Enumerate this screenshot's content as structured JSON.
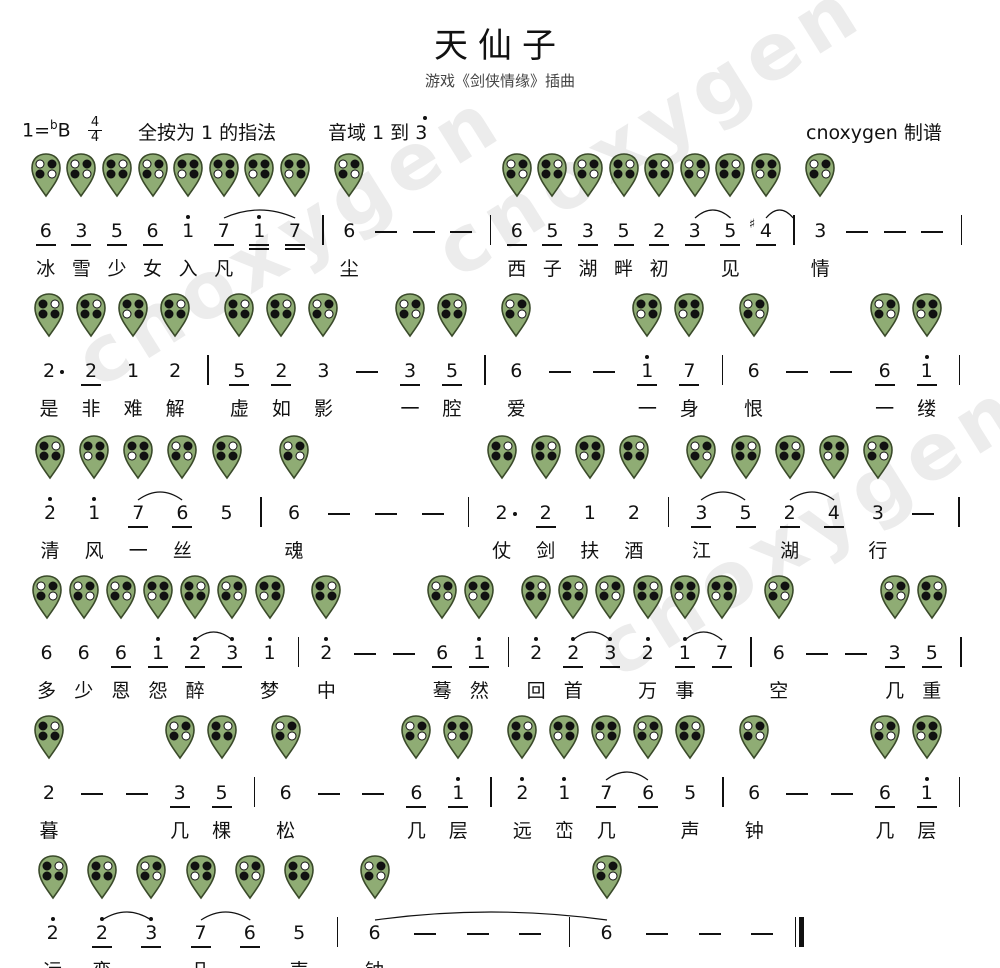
{
  "title": "天仙子",
  "subtitle": "游戏《剑侠情缘》插曲",
  "header": {
    "key_prefix": "1=",
    "key_flat": "b",
    "key_note": "B",
    "meter_top": "4",
    "meter_bottom": "4",
    "fingering_note": "全按为 1 的指法",
    "range_label": "音域 1 到 3",
    "author": "cnoxygen 制谱"
  },
  "watermark": "cnoxygen",
  "colors": {
    "ocarina_fill": "#8fac74",
    "ocarina_stroke": "#3a4a2a"
  },
  "lines": [
    {
      "items": [
        {
          "t": "n",
          "d": "6",
          "u": 1,
          "l": "冰"
        },
        {
          "t": "n",
          "d": "3",
          "u": 1,
          "l": "雪"
        },
        {
          "t": "n",
          "d": "5",
          "u": 1,
          "l": "少"
        },
        {
          "t": "n",
          "d": "6",
          "u": 1,
          "l": "女"
        },
        {
          "t": "n",
          "d": "1",
          "o": 1,
          "l": "入"
        },
        {
          "t": "n",
          "d": "7",
          "u": 1,
          "l": "凡"
        },
        {
          "t": "n",
          "d": "1",
          "o": 1,
          "u": 2
        },
        {
          "t": "n",
          "d": "7",
          "u": 2
        },
        {
          "t": "b"
        },
        {
          "t": "n",
          "d": "6",
          "l": "尘"
        },
        {
          "t": "d"
        },
        {
          "t": "d"
        },
        {
          "t": "d"
        },
        {
          "t": "b"
        },
        {
          "t": "n",
          "d": "6",
          "u": 1,
          "l": "西"
        },
        {
          "t": "n",
          "d": "5",
          "u": 1,
          "l": "子"
        },
        {
          "t": "n",
          "d": "3",
          "u": 1,
          "l": "湖"
        },
        {
          "t": "n",
          "d": "5",
          "u": 1,
          "l": "畔"
        },
        {
          "t": "n",
          "d": "2",
          "u": 1,
          "l": "初"
        },
        {
          "t": "n",
          "d": "3",
          "u": 1
        },
        {
          "t": "n",
          "d": "5",
          "u": 1,
          "l": "见"
        },
        {
          "t": "n",
          "d": "4",
          "acc": "♯",
          "u": 1
        },
        {
          "t": "b"
        },
        {
          "t": "n",
          "d": "3",
          "l": "情"
        },
        {
          "t": "d"
        },
        {
          "t": "d"
        },
        {
          "t": "d"
        },
        {
          "t": "b"
        }
      ],
      "slurs": [
        [
          5,
          7
        ],
        [
          19,
          20
        ],
        [
          21,
          22
        ]
      ]
    },
    {
      "items": [
        {
          "t": "n",
          "d": "2",
          "dot": 1,
          "l": "是"
        },
        {
          "t": "n",
          "d": "2",
          "u": 1,
          "l": "非"
        },
        {
          "t": "n",
          "d": "1",
          "l": "难"
        },
        {
          "t": "n",
          "d": "2",
          "l": "解"
        },
        {
          "t": "b"
        },
        {
          "t": "n",
          "d": "5",
          "u": 1,
          "l": "虚"
        },
        {
          "t": "n",
          "d": "2",
          "u": 1,
          "l": "如"
        },
        {
          "t": "n",
          "d": "3",
          "l": "影"
        },
        {
          "t": "d"
        },
        {
          "t": "n",
          "d": "3",
          "u": 1,
          "l": "一"
        },
        {
          "t": "n",
          "d": "5",
          "u": 1,
          "l": "腔"
        },
        {
          "t": "b"
        },
        {
          "t": "n",
          "d": "6",
          "l": "爱"
        },
        {
          "t": "d"
        },
        {
          "t": "d"
        },
        {
          "t": "n",
          "d": "1",
          "o": 1,
          "u": 1,
          "l": "一"
        },
        {
          "t": "n",
          "d": "7",
          "u": 1,
          "l": "身"
        },
        {
          "t": "b"
        },
        {
          "t": "n",
          "d": "6",
          "l": "恨"
        },
        {
          "t": "d"
        },
        {
          "t": "d"
        },
        {
          "t": "n",
          "d": "6",
          "u": 1,
          "l": "一"
        },
        {
          "t": "n",
          "d": "1",
          "o": 1,
          "u": 1,
          "l": "缕"
        },
        {
          "t": "b"
        }
      ],
      "slurs": []
    },
    {
      "items": [
        {
          "t": "n",
          "d": "2",
          "o": 1,
          "l": "清"
        },
        {
          "t": "n",
          "d": "1",
          "o": 1,
          "l": "风"
        },
        {
          "t": "n",
          "d": "7",
          "u": 1,
          "l": "一"
        },
        {
          "t": "n",
          "d": "6",
          "u": 1,
          "l": "丝"
        },
        {
          "t": "n",
          "d": "5"
        },
        {
          "t": "b"
        },
        {
          "t": "n",
          "d": "6",
          "l": "魂"
        },
        {
          "t": "d"
        },
        {
          "t": "d"
        },
        {
          "t": "d"
        },
        {
          "t": "b"
        },
        {
          "t": "n",
          "d": "2",
          "dot": 1,
          "l": "仗"
        },
        {
          "t": "n",
          "d": "2",
          "u": 1,
          "l": "剑"
        },
        {
          "t": "n",
          "d": "1",
          "l": "扶"
        },
        {
          "t": "n",
          "d": "2",
          "l": "酒"
        },
        {
          "t": "b"
        },
        {
          "t": "n",
          "d": "3",
          "u": 1,
          "l": "江"
        },
        {
          "t": "n",
          "d": "5",
          "u": 1
        },
        {
          "t": "n",
          "d": "2",
          "u": 1,
          "l": "湖"
        },
        {
          "t": "n",
          "d": "4",
          "u": 1
        },
        {
          "t": "n",
          "d": "3",
          "l": "行"
        },
        {
          "t": "d"
        },
        {
          "t": "b"
        }
      ],
      "slurs": [
        [
          2,
          3
        ],
        [
          16,
          17
        ],
        [
          18,
          19
        ]
      ]
    },
    {
      "items": [
        {
          "t": "n",
          "d": "6",
          "l": "多"
        },
        {
          "t": "n",
          "d": "6",
          "l": "少"
        },
        {
          "t": "n",
          "d": "6",
          "u": 1,
          "l": "恩"
        },
        {
          "t": "n",
          "d": "1",
          "o": 1,
          "u": 1,
          "l": "怨"
        },
        {
          "t": "n",
          "d": "2",
          "o": 1,
          "u": 1,
          "l": "醉"
        },
        {
          "t": "n",
          "d": "3",
          "o": 1,
          "u": 1
        },
        {
          "t": "n",
          "d": "1",
          "o": 1,
          "l": "梦"
        },
        {
          "t": "b"
        },
        {
          "t": "n",
          "d": "2",
          "o": 1,
          "l": "中"
        },
        {
          "t": "d"
        },
        {
          "t": "d"
        },
        {
          "t": "n",
          "d": "6",
          "u": 1,
          "l": "蓦"
        },
        {
          "t": "n",
          "d": "1",
          "o": 1,
          "u": 1,
          "l": "然"
        },
        {
          "t": "b"
        },
        {
          "t": "n",
          "d": "2",
          "o": 1,
          "l": "回"
        },
        {
          "t": "n",
          "d": "2",
          "o": 1,
          "u": 1,
          "l": "首"
        },
        {
          "t": "n",
          "d": "3",
          "o": 1,
          "u": 1
        },
        {
          "t": "n",
          "d": "2",
          "o": 1,
          "l": "万"
        },
        {
          "t": "n",
          "d": "1",
          "o": 1,
          "u": 1,
          "l": "事"
        },
        {
          "t": "n",
          "d": "7",
          "u": 1
        },
        {
          "t": "b"
        },
        {
          "t": "n",
          "d": "6",
          "l": "空"
        },
        {
          "t": "d"
        },
        {
          "t": "d"
        },
        {
          "t": "n",
          "d": "3",
          "u": 1,
          "l": "几"
        },
        {
          "t": "n",
          "d": "5",
          "u": 1,
          "l": "重"
        },
        {
          "t": "b"
        }
      ],
      "slurs": [
        [
          4,
          5
        ],
        [
          15,
          16
        ],
        [
          18,
          19
        ]
      ]
    },
    {
      "items": [
        {
          "t": "n",
          "d": "2",
          "l": "暮"
        },
        {
          "t": "d"
        },
        {
          "t": "d"
        },
        {
          "t": "n",
          "d": "3",
          "u": 1,
          "l": "几"
        },
        {
          "t": "n",
          "d": "5",
          "u": 1,
          "l": "棵"
        },
        {
          "t": "b"
        },
        {
          "t": "n",
          "d": "6",
          "l": "松"
        },
        {
          "t": "d"
        },
        {
          "t": "d"
        },
        {
          "t": "n",
          "d": "6",
          "u": 1,
          "l": "几"
        },
        {
          "t": "n",
          "d": "1",
          "o": 1,
          "u": 1,
          "l": "层"
        },
        {
          "t": "b"
        },
        {
          "t": "n",
          "d": "2",
          "o": 1,
          "l": "远"
        },
        {
          "t": "n",
          "d": "1",
          "o": 1,
          "l": "峦"
        },
        {
          "t": "n",
          "d": "7",
          "u": 1,
          "l": "几"
        },
        {
          "t": "n",
          "d": "6",
          "u": 1
        },
        {
          "t": "n",
          "d": "5",
          "l": "声"
        },
        {
          "t": "b"
        },
        {
          "t": "n",
          "d": "6",
          "l": "钟"
        },
        {
          "t": "d"
        },
        {
          "t": "d"
        },
        {
          "t": "n",
          "d": "6",
          "u": 1,
          "l": "几"
        },
        {
          "t": "n",
          "d": "1",
          "o": 1,
          "u": 1,
          "l": "层"
        },
        {
          "t": "b"
        }
      ],
      "slurs": [
        [
          14,
          15
        ]
      ]
    },
    {
      "items": [
        {
          "t": "n",
          "d": "2",
          "o": 1,
          "l": "远"
        },
        {
          "t": "n",
          "d": "2",
          "o": 1,
          "u": 1,
          "l": "峦"
        },
        {
          "t": "n",
          "d": "3",
          "o": 1,
          "u": 1
        },
        {
          "t": "n",
          "d": "7",
          "u": 1,
          "l": "几"
        },
        {
          "t": "n",
          "d": "6",
          "u": 1
        },
        {
          "t": "n",
          "d": "5",
          "l": "声"
        },
        {
          "t": "b"
        },
        {
          "t": "n",
          "d": "6",
          "l": "钟"
        },
        {
          "t": "d"
        },
        {
          "t": "d"
        },
        {
          "t": "d"
        },
        {
          "t": "b"
        },
        {
          "t": "n",
          "d": "6"
        },
        {
          "t": "d"
        },
        {
          "t": "d"
        },
        {
          "t": "d"
        },
        {
          "t": "e"
        }
      ],
      "slurs": [
        [
          1,
          2
        ],
        [
          3,
          4
        ],
        [
          7,
          12
        ]
      ]
    }
  ]
}
